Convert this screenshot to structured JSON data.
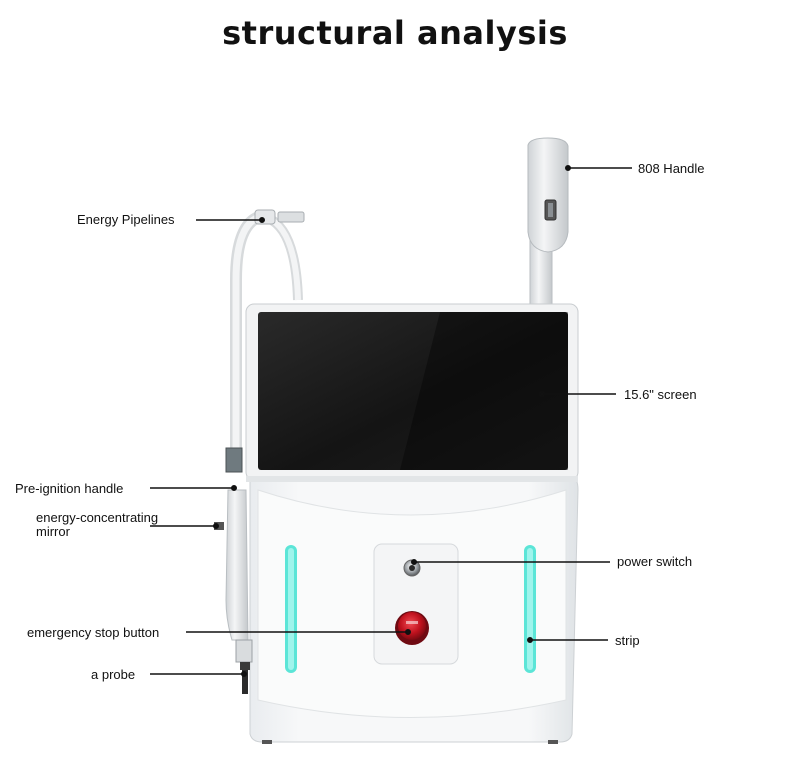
{
  "title": "structural analysis",
  "labels": {
    "handle_808": "808 Handle",
    "energy_pipelines": "Energy Pipelines",
    "screen": "15.6\" screen",
    "pre_ignition_handle": "Pre-ignition handle",
    "mirror_line1": "energy-concentrating",
    "mirror_line2": "mirror",
    "power_switch": "power switch",
    "emergency_stop": "emergency stop button",
    "strip": "strip",
    "probe": "a probe"
  },
  "colors": {
    "led_strip": "#3ee0d0",
    "emergency_button": "#c0121e",
    "screen": "#1a1a1a"
  }
}
